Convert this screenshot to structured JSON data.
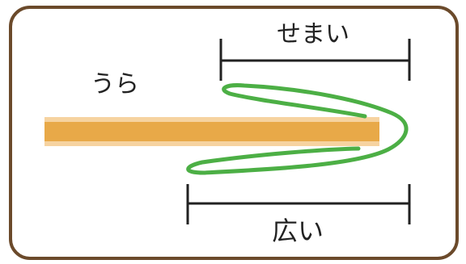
{
  "labels": {
    "back": "うら",
    "narrow": "せまい",
    "wide": "広い"
  },
  "colors": {
    "frame": "#6b4a2b",
    "board_core": "#e8a948",
    "board_edge": "#f6d3a0",
    "loop": "#4caf45",
    "dimension_line": "#222222"
  }
}
